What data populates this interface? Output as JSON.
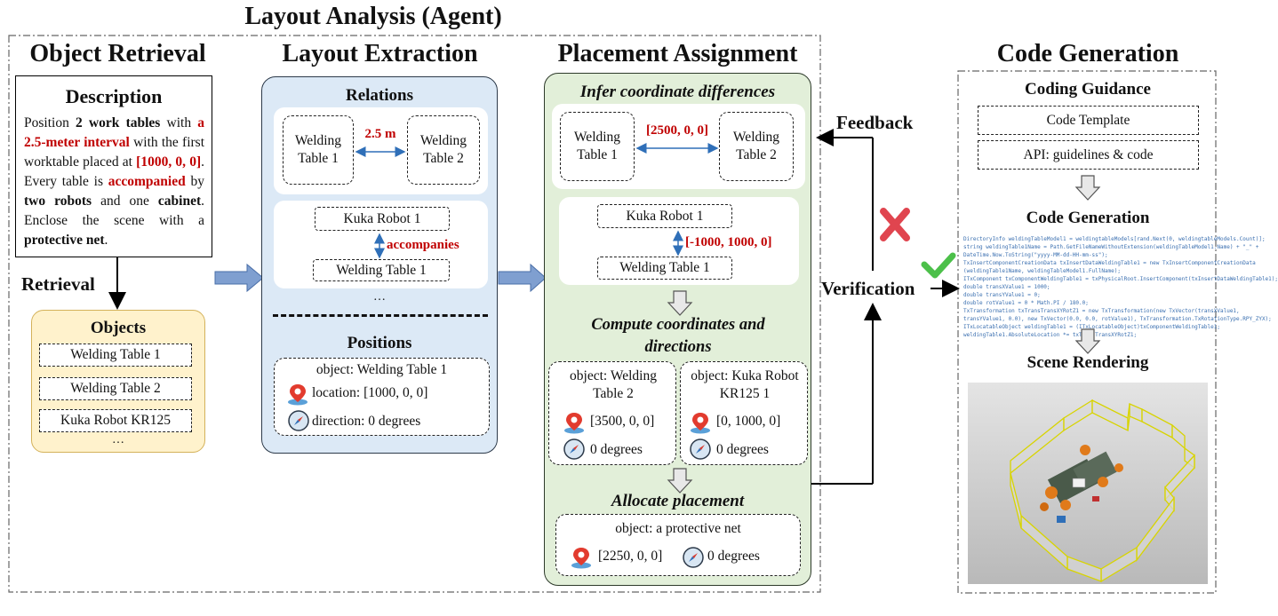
{
  "header": {
    "title": "Layout Analysis (Agent)"
  },
  "object_retrieval": {
    "title": "Object Retrieval",
    "description_title": "Description",
    "description": [
      {
        "t": "Position ",
        "s": "n"
      },
      {
        "t": "2 work tables",
        "s": "b"
      },
      {
        "t": " with ",
        "s": "n"
      },
      {
        "t": "a 2.5-meter interval",
        "s": "r"
      },
      {
        "t": " with the first worktable placed at ",
        "s": "n"
      },
      {
        "t": "[1000, 0, 0]",
        "s": "r"
      },
      {
        "t": ". Every table is ",
        "s": "n"
      },
      {
        "t": "accompanied",
        "s": "r"
      },
      {
        "t": " by ",
        "s": "n"
      },
      {
        "t": "two robots",
        "s": "b"
      },
      {
        "t": " and one ",
        "s": "n"
      },
      {
        "t": "cabinet",
        "s": "b"
      },
      {
        "t": ". Enclose the scene with a ",
        "s": "n"
      },
      {
        "t": "protective net",
        "s": "b"
      },
      {
        "t": ".",
        "s": "n"
      }
    ],
    "retrieval_label": "Retrieval",
    "objects_title": "Objects",
    "objects": [
      "Welding Table 1",
      "Welding Table 2",
      "Kuka Robot KR125"
    ],
    "ellipsis": "…"
  },
  "layout_extraction": {
    "title": "Layout Extraction",
    "relations_title": "Relations",
    "table_a": "Welding Table 1",
    "table_b": "Welding Table 2",
    "distance": "2.5 m",
    "robot": "Kuka Robot 1",
    "relation": "accompanies",
    "table_c": "Welding Table 1",
    "ellipsis": "…",
    "positions_title": "Positions",
    "pos_object": "object: Welding Table 1",
    "pos_location": "location: [1000, 0, 0]",
    "pos_direction": "direction: 0 degrees"
  },
  "placement": {
    "title": "Placement Assignment",
    "infer_title": "Infer coordinate differences",
    "table_a": "Welding Table 1",
    "table_b": "Welding Table 2",
    "diff_a": "[2500, 0, 0]",
    "robot": "Kuka Robot 1",
    "table_c": "Welding Table 1",
    "diff_b": "[-1000, 1000, 0]",
    "compute_title": "Compute coordinates and directions",
    "obj1_name": "object: Welding Table 2",
    "obj1_loc": "[3500, 0, 0]",
    "obj1_dir": "0 degrees",
    "obj2_name": "object: Kuka Robot KR125 1",
    "obj2_loc": "[0, 1000, 0]",
    "obj2_dir": "0 degrees",
    "allocate_title": "Allocate placement",
    "alloc_object": "object: a protective net",
    "alloc_loc": "[2250, 0, 0]",
    "alloc_dir": "0 degrees"
  },
  "feedback": {
    "label": "Feedback",
    "verification": "Verification"
  },
  "code_generation": {
    "title": "Code Generation",
    "guidance_title": "Coding Guidance",
    "template": "Code Template",
    "api": "API: guidelines & code",
    "codegen_title": "Code Generation",
    "code_lines": [
      "DirectoryInfo weldingTableModel1 = weldingtableModels[rand.Next(0, weldingtableModels.Count)];",
      "string weldingTable1Name = Path.GetFileNameWithoutExtension(weldingTableModel1.Name) + \"_\" +",
      "DateTime.Now.ToString(\"yyyy-MM-dd-HH-mm-ss\");",
      "TxInsertComponentCreationData txInsertDataWeldingTable1 = new TxInsertComponentCreationData",
      "(weldingTable1Name, weldingTableModel1.FullName);",
      "ITxComponent txComponentWeldingTable1 = txPhysicalRoot.InsertComponent(txInsertDataWeldingTable1);",
      "double transXValue1 = 1000;",
      "double transYValue1 = 0;",
      "double rotValue1 = 0 * Math.PI / 180.0;",
      "TxTransformation txTransTransXYRotZ1 = new TxTransformation(new TxVector(transXValue1,",
      "transYValue1, 0.0), new TxVector(0.0, 0.0, rotValue1), TxTransformation.TxRotationType.RPY_ZYX);",
      "ITxLocatableObject weldingTable1 = (ITxLocatableObject)txComponentWeldingTable1;",
      "weldingTable1.AbsoluteLocation *= txTransTransXYRotZ1;"
    ],
    "render_title": "Scene Rendering"
  },
  "colors": {
    "accent_red": "#c00000",
    "link_blue": "#2f6fb8",
    "panel_blue": "#dce9f6",
    "panel_green": "#e2efd9",
    "panel_yellow": "#fff2cc"
  }
}
